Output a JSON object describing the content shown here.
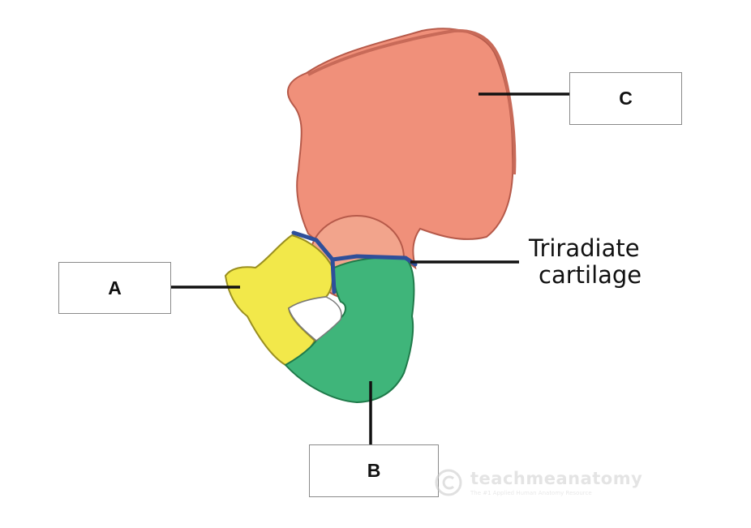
{
  "labels": {
    "a": "A",
    "b": "B",
    "c": "C",
    "triradiate_line1": "Triradiate",
    "triradiate_line2": "cartilage"
  },
  "watermark": {
    "name": "teachmeanatomy",
    "tagline": "The #1 Applied Human Anatomy Resource"
  },
  "colors": {
    "ilium": "#f0907a",
    "ischium": "#f2e84a",
    "pubis": "#3fb57a",
    "cartilage": "#2e4f9a",
    "leader": "#111111"
  }
}
